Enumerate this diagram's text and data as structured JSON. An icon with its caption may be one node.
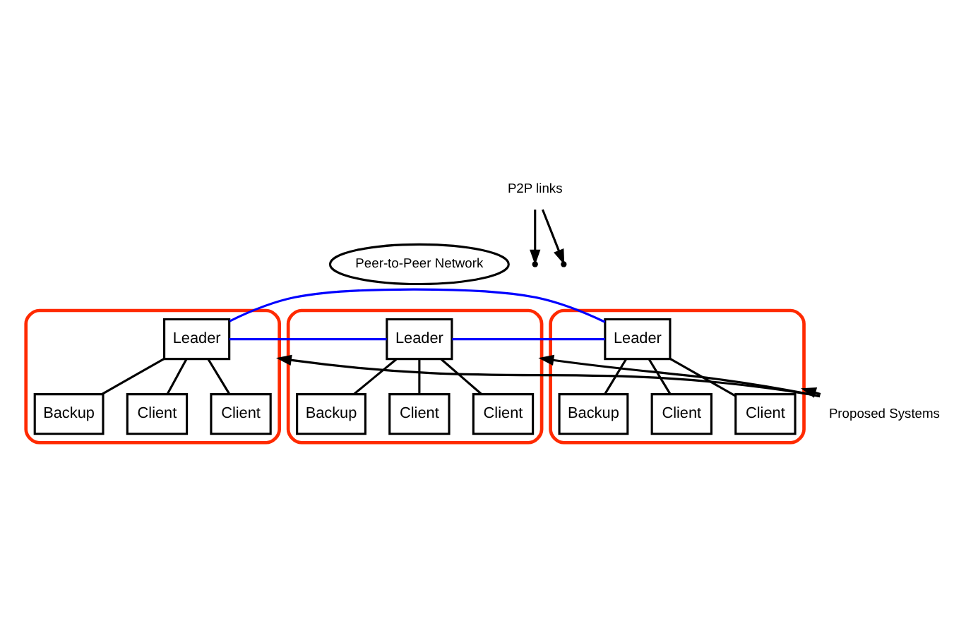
{
  "diagram": {
    "nodes": [
      {
        "text": [
          "Peer-to-Peer Network"
        ]
      },
      {
        "text": [],
        "shape": "ellipse"
      },
      {
        "text": [
          "Leader"
        ],
        "in": 1
      },
      {
        "text": [
          "Backup"
        ],
        "in": 1
      },
      {
        "text": [
          "Client"
        ],
        "in": 1
      },
      {
        "text": [
          "Client"
        ],
        "in": 1
      },
      {
        "text": [],
        "shape": "ellipse"
      },
      {
        "text": [
          "Leader"
        ],
        "in": 6
      },
      {
        "text": [
          "Backup"
        ],
        "in": 6
      },
      {
        "text": [
          "Client"
        ],
        "in": 6
      },
      {
        "text": [
          "Client"
        ],
        "in": 6
      },
      {
        "text": [],
        "shape": "ellipse"
      },
      {
        "text": [
          "Leader"
        ],
        "in": 11
      },
      {
        "text": [
          "Backup"
        ],
        "in": 11
      },
      {
        "text": [
          "Client"
        ],
        "in": 11
      },
      {
        "text": [
          "Client"
        ],
        "in": 11
      },
      {
        "text": [
          "P2P links"
        ]
      },
      {
        "text": [
          "Proposed Systems"
        ]
      }
    ],
    "edges": [
      {
        "from": 2,
        "to": 3,
        "arrow": "none"
      },
      {
        "from": 2,
        "to": 4,
        "arrow": "none"
      },
      {
        "from": 2,
        "to": 5,
        "arrow": "none"
      },
      {
        "from": 7,
        "to": 8,
        "arrow": "none"
      },
      {
        "from": 7,
        "to": 9,
        "arrow": "none"
      },
      {
        "from": 7,
        "to": 10,
        "arrow": "none"
      },
      {
        "from": 12,
        "to": 13,
        "arrow": "none"
      },
      {
        "from": 12,
        "to": 14,
        "arrow": "none"
      },
      {
        "from": 12,
        "to": 15,
        "arrow": "none"
      },
      {
        "from": 2,
        "to": 7,
        "arrow": "none",
        "color": "#0000ff"
      },
      {
        "from": 2,
        "to": 12,
        "arrow": "none",
        "color": "#0000ff"
      },
      {
        "from": 7,
        "to": 12,
        "arrow": "none",
        "color": "#0000ff"
      },
      {
        "from": 16,
        "to": null,
        "arrow": "to"
      },
      {
        "from": 16,
        "to": null,
        "arrow": "to"
      },
      {
        "from": 17,
        "to": 1,
        "arrow": "to"
      },
      {
        "from": 17,
        "to": 6,
        "arrow": "to"
      },
      {
        "from": 17,
        "to": 11,
        "arrow": "to"
      }
    ]
  }
}
